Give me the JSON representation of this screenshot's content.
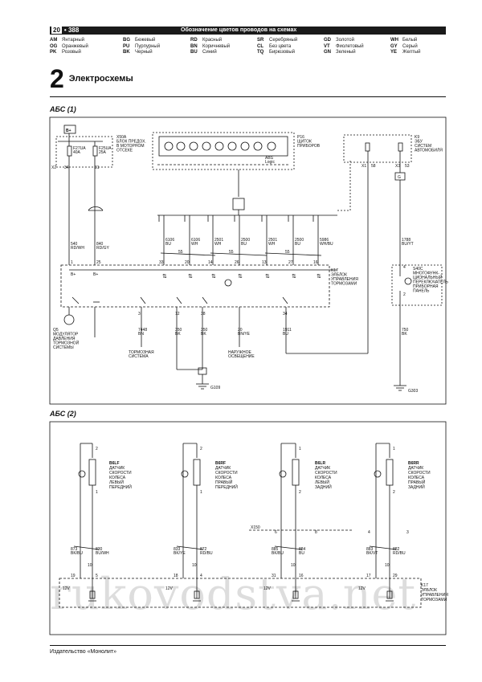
{
  "header": {
    "page_num": "20",
    "page_sep": "•",
    "page_total": "388",
    "title": "Обозначение цветов проводов на схемах"
  },
  "legend": {
    "columns": [
      [
        {
          "code": "AM",
          "name": "Янтарный"
        },
        {
          "code": "OG",
          "name": "Оранжевый"
        },
        {
          "code": "PK",
          "name": "Розовый"
        }
      ],
      [
        {
          "code": "BG",
          "name": "Бежевый"
        },
        {
          "code": "PU",
          "name": "Пурпурный"
        },
        {
          "code": "BK",
          "name": "Черный"
        }
      ],
      [
        {
          "code": "RD",
          "name": "Красный"
        },
        {
          "code": "BN",
          "name": "Коричневый"
        },
        {
          "code": "BU",
          "name": "Синий"
        }
      ],
      [
        {
          "code": "SR",
          "name": "Серебряный"
        },
        {
          "code": "CL",
          "name": "Без цвета"
        },
        {
          "code": "TQ",
          "name": "Бирюзовый"
        }
      ],
      [
        {
          "code": "GD",
          "name": "Золотой"
        },
        {
          "code": "VT",
          "name": "Фиолетовый"
        },
        {
          "code": "GN",
          "name": "Зеленый"
        }
      ],
      [
        {
          "code": "WH",
          "name": "Белый"
        },
        {
          "code": "GY",
          "name": "Серый"
        },
        {
          "code": "YE",
          "name": "Желтый"
        }
      ]
    ]
  },
  "chapter": {
    "number": "2",
    "title": "Электросхемы"
  },
  "section1": {
    "title": "АБС (1)",
    "battery": "B+",
    "x50a": [
      "X50A",
      "БЛОК ПРЕДОХ.",
      "В МОТОРНОМ",
      "ОТСЕКЕ"
    ],
    "fuses": [
      [
        "F27UA",
        "40A"
      ],
      [
        "F25UA",
        "25A"
      ]
    ],
    "x2": "X2",
    "x2_pins": [
      "34",
      "31"
    ],
    "p16": [
      "P16",
      "ЩИТОК",
      "ПРИБОРОВ"
    ],
    "abs_logic": [
      "ABS",
      "Logic"
    ],
    "k9": [
      "K9",
      "ЭБУ",
      "СИСТЕМ",
      "АВТОМОБИЛЯ"
    ],
    "k9_pins": [
      "X1",
      "58",
      "X3",
      "53"
    ],
    "g": "G",
    "wires_left": [
      {
        "num": "540",
        "color": "RD/WH"
      },
      {
        "num": "840",
        "color": "RD/GY"
      }
    ],
    "pins_left": [
      "1",
      "25"
    ],
    "bplus": [
      "B+",
      "B+"
    ],
    "can_wires": [
      {
        "num": "6106",
        "color": "BU"
      },
      {
        "num": "6106",
        "color": "WH"
      },
      {
        "num": "2501",
        "color": "WH"
      },
      {
        "num": "2500",
        "color": "BU"
      },
      {
        "num": "2501",
        "color": "WH"
      },
      {
        "num": "2500",
        "color": "BU"
      },
      {
        "num": "5986",
        "color": "WH/BU"
      }
    ],
    "can_pins": [
      "33",
      "20",
      "14",
      "26",
      "13",
      "27",
      "16"
    ],
    "can_numbers": [
      "55",
      "55",
      "55"
    ],
    "k17": [
      "K17",
      "ЭЛБЛОК",
      "УПРАВЛЕНИЯ",
      "ТОРМОЗАМИ"
    ],
    "q5": [
      "Q5",
      "МОДУЛЯТОР",
      "ДАВЛЕНИЯ",
      "ТОРМОЗНОЙ",
      "СИСТЕМЫ"
    ],
    "mid_pins": [
      "3",
      "12",
      "38",
      "34"
    ],
    "mid_wires": [
      {
        "num": "7448",
        "color": "BN"
      },
      {
        "num": "350",
        "color": "BK"
      },
      {
        "num": "350",
        "color": "BK"
      },
      {
        "num": "20",
        "color": "BN/YE"
      },
      {
        "num": "1911",
        "color": "BU"
      }
    ],
    "brake_sys": [
      "ТОРМОЗНАЯ",
      "СИСТЕМА"
    ],
    "outdoor_light": [
      "НАРУЖНОЕ",
      "ОСВЕЩЕНИЕ"
    ],
    "g109": "G109",
    "s40": [
      "S40C",
      "МНОГОФУНК-",
      "ЦИОНАЛЬНЫЙ",
      "ПЕРЕКЛЮЧАТЕЛЬ",
      "ПРИБОРНАЯ",
      "ПАНЕЛЬ"
    ],
    "s40_pins": [
      "4",
      "2"
    ],
    "right_wires": [
      {
        "num": "1788",
        "color": "BU/YT"
      },
      {
        "num": "750",
        "color": "BK"
      }
    ],
    "g303": "G303"
  },
  "section2": {
    "title": "АБС (2)",
    "sensors": [
      {
        "id": "B6LF",
        "lines": [
          "ДАТЧИК",
          "СКОРОСТИ",
          "КОЛЕСА",
          "ЛЕВЫЙ",
          "ПЕРЕДНИЙ"
        ],
        "pins": [
          "2",
          "1"
        ],
        "wires": [
          {
            "num": "873",
            "color": "BK/BU"
          },
          {
            "num": "830",
            "color": "BU/WH"
          }
        ],
        "ecu_pins": [
          "19",
          "5"
        ],
        "side": "10"
      },
      {
        "id": "B6RF",
        "lines": [
          "ДАТЧИК",
          "СКОРОСТИ",
          "КОЛЕСА",
          "ПРАВЫЙ",
          "ПЕРЕДНИЙ"
        ],
        "pins": [
          "2",
          "1"
        ],
        "wires": [
          {
            "num": "833",
            "color": "BK/YE"
          },
          {
            "num": "872",
            "color": "RD/BU"
          }
        ],
        "ecu_pins": [
          "18",
          "4"
        ],
        "side": "10"
      },
      {
        "id": "B6LR",
        "lines": [
          "ДАТЧИК",
          "СКОРОСТИ",
          "КОЛЕСА",
          "ЛЕВЫЙ",
          "ЗАДНИЙ"
        ],
        "pins": [
          "1",
          "2"
        ],
        "wires": [
          {
            "num": "885",
            "color": "BK/BU"
          },
          {
            "num": "884",
            "color": "BU"
          }
        ],
        "ecu_pins": [
          "31",
          "16"
        ],
        "side": "10"
      },
      {
        "id": "B6RR",
        "lines": [
          "ДАТЧИК",
          "СКОРОСТИ",
          "КОЛЕСА",
          "ПРАВЫЙ",
          "ЗАДНИЙ"
        ],
        "pins": [
          "1",
          "2"
        ],
        "wires": [
          {
            "num": "883",
            "color": "BK/VT"
          },
          {
            "num": "882",
            "color": "RD/BU"
          }
        ],
        "ecu_pins": [
          "17",
          "29"
        ],
        "side": "10"
      }
    ],
    "x150": "X150",
    "x150_pins": [
      "6",
      "8",
      "4",
      "3"
    ],
    "v12": "12V",
    "k17": [
      "K17",
      "ЭЛБЛОК",
      "УПРАВЛЕНИЯ",
      "ТОРМОЗАМИ"
    ]
  },
  "footer": {
    "publisher": "Издательство «Монолит»"
  },
  "watermark": "rukovodstva.net"
}
